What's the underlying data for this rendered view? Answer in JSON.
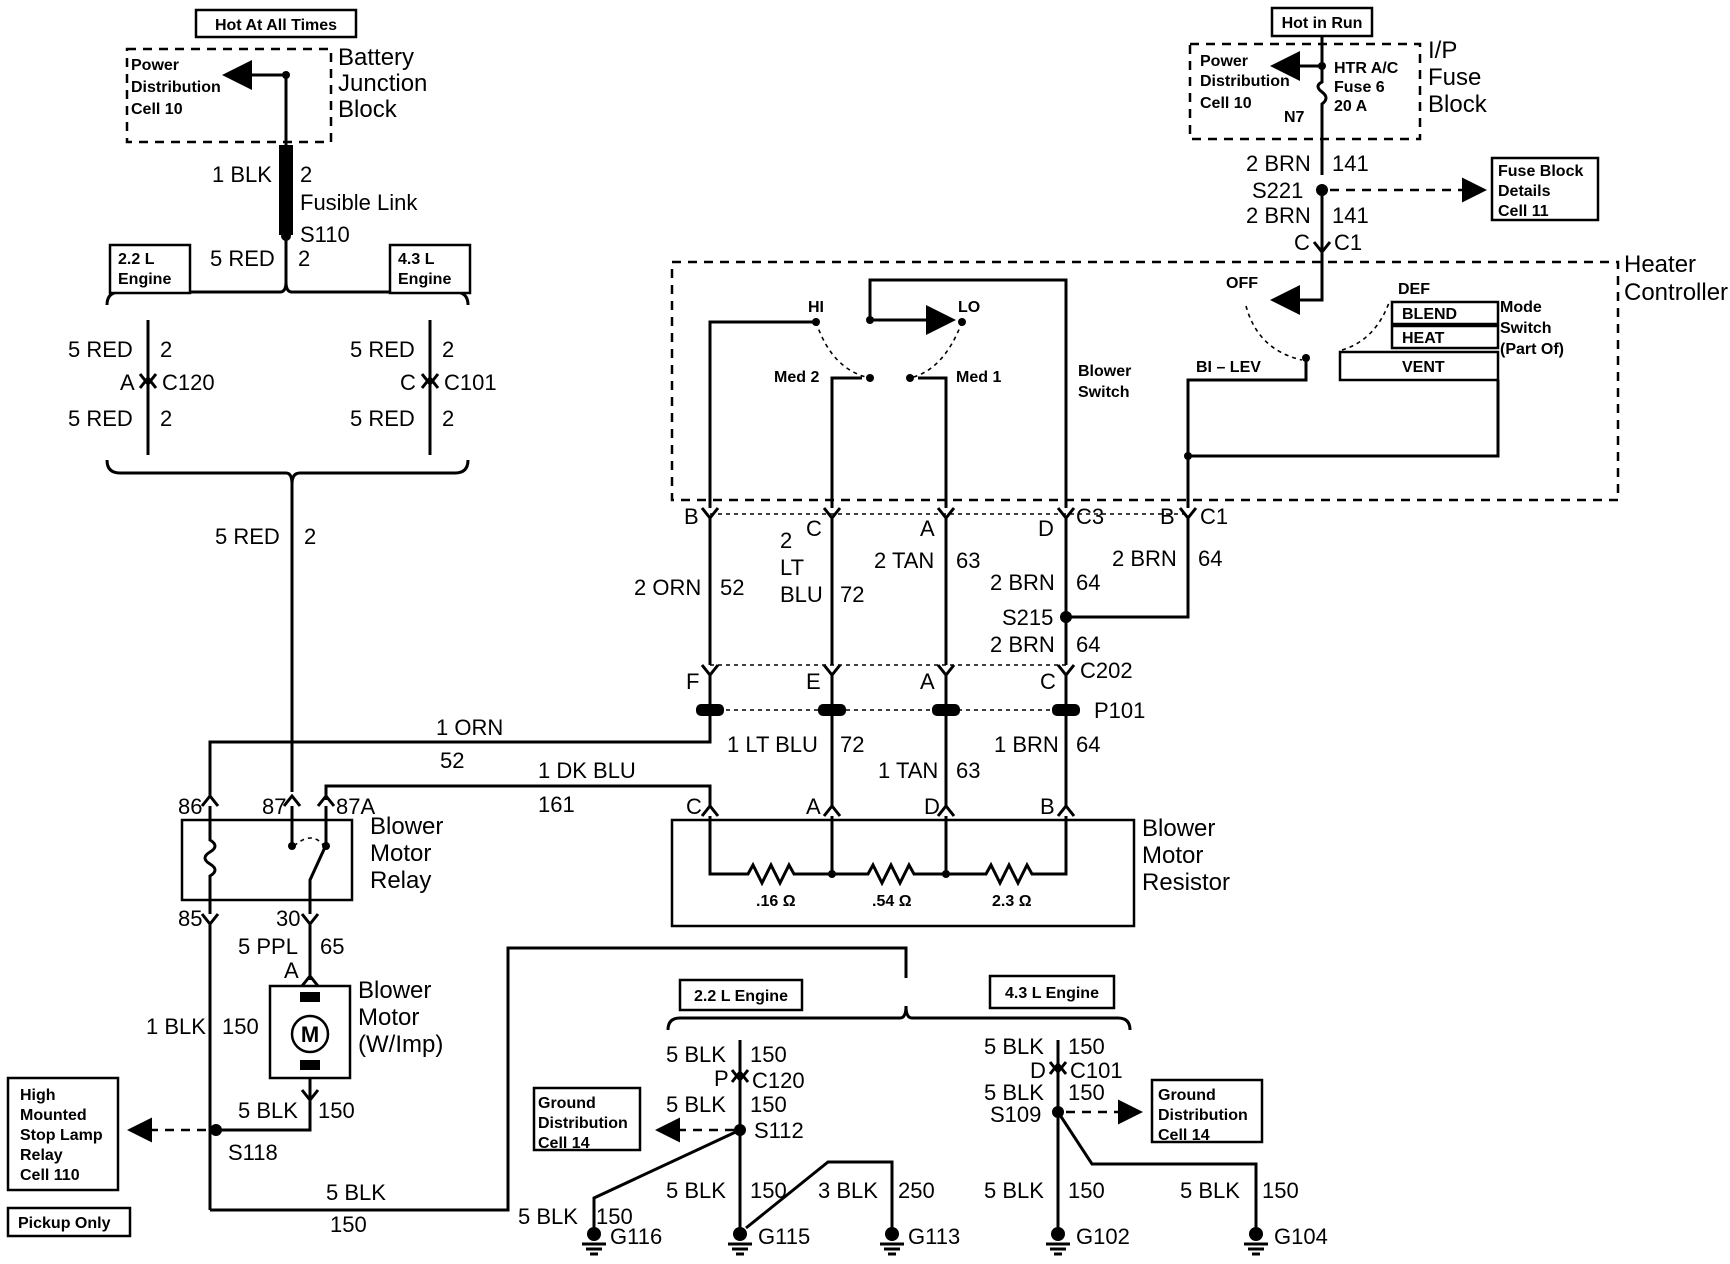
{
  "battery": {
    "hot": "Hot At All Times",
    "pd1": "Power",
    "pd2": "Distribution",
    "pd3": "Cell 10",
    "bj1": "Battery",
    "bj2": "Junction",
    "bj3": "Block",
    "blk": "1 BLK",
    "n2": "2",
    "fl": "Fusible Link",
    "s110": "S110",
    "red": "5 RED",
    "n2b": "2"
  },
  "eng22": {
    "l1": "2.2 L",
    "l2": "Engine",
    "red1": "5 RED",
    "c1": "2",
    "pin": "A",
    "conn": "C120",
    "red2": "5 RED",
    "c2": "2"
  },
  "eng43": {
    "l1": "4.3 L",
    "l2": "Engine",
    "red1": "5 RED",
    "c1": "2",
    "pin": "C",
    "conn": "C101",
    "red2": "5 RED",
    "c2": "2"
  },
  "feed": {
    "red": "5 RED",
    "num": "2"
  },
  "fuse": {
    "hot": "Hot in Run",
    "pd1": "Power",
    "pd2": "Distribution",
    "pd3": "Cell 10",
    "f1": "HTR A/C",
    "f2": "Fuse 6",
    "f3": "20 A",
    "n7": "N7",
    "ip1": "I/P",
    "ip2": "Fuse",
    "ip3": "Block",
    "brn1": "2 BRN",
    "n141a": "141",
    "s221": "S221",
    "fb1": "Fuse Block",
    "fb2": "Details",
    "fb3": "Cell 11",
    "brn2": "2 BRN",
    "n141b": "141",
    "cpin": "C",
    "c1": "C1"
  },
  "heater": {
    "t1": "Heater",
    "t2": "Controller",
    "hi": "HI",
    "lo": "LO",
    "med2": "Med 2",
    "med1": "Med 1",
    "bs1": "Blower",
    "bs2": "Switch",
    "off": "OFF",
    "def": "DEF",
    "blend": "BLEND",
    "heat": "HEAT",
    "vent": "VENT",
    "bilev": "BI – LEV",
    "ms1": "Mode",
    "ms2": "Switch",
    "ms3": "(Part Of)"
  },
  "c3": {
    "b": "B",
    "c": "C",
    "a": "A",
    "d": "D",
    "conn": "C3",
    "c1b": "B",
    "c1": "C1"
  },
  "wires": {
    "orn": "2 ORN",
    "orn_n": "52",
    "lt1": "2",
    "lt2": "LT",
    "lt3": "BLU",
    "lt_n": "72",
    "tan": "2 TAN",
    "tan_n": "63",
    "brn": "2 BRN",
    "brn_n": "64",
    "brnr": "2 BRN",
    "brnr_n": "64",
    "s215": "S215",
    "brn2": "2 BRN",
    "brn2_n": "64"
  },
  "c202": {
    "f": "F",
    "e": "E",
    "a": "A",
    "c": "C",
    "conn": "C202",
    "p101": "P101"
  },
  "lower": {
    "orn": "1 ORN",
    "orn_n": "52",
    "ltblu": "1 LT BLU",
    "ltblu_n": "72",
    "dkblu": "1 DK BLU",
    "dkblu_n": "161",
    "tan": "1 TAN",
    "tan_n": "63",
    "brn": "1 BRN",
    "brn_n": "64"
  },
  "relay": {
    "p86": "86",
    "p87": "87",
    "p87a": "87A",
    "l1": "Blower",
    "l2": "Motor",
    "l3": "Relay",
    "p85": "85",
    "p30": "30",
    "ppl": "5 PPL",
    "ppl_n": "65",
    "a": "A"
  },
  "resistor": {
    "c": "C",
    "a": "A",
    "d": "D",
    "b": "B",
    "l1": "Blower",
    "l2": "Motor",
    "l3": "Resistor",
    "r1": ".16 Ω",
    "r2": ".54 Ω",
    "r3": "2.3 Ω"
  },
  "motor": {
    "m": "M",
    "l1": "Blower",
    "l2": "Motor",
    "l3": "(W/Imp)",
    "blk": "1 BLK",
    "blk_n": "150",
    "blk5": "5 BLK",
    "blk5_n": "150",
    "s118": "S118",
    "hm1": "High",
    "hm2": "Mounted",
    "hm3": "Stop Lamp",
    "hm4": "Relay",
    "hm5": "Cell 110",
    "pickup": "Pickup Only",
    "bot": "5 BLK",
    "bot_n": "150"
  },
  "ground": {
    "e22": "2.2 L Engine",
    "e43": "4.3 L Engine",
    "blk1": "5 BLK",
    "n1": "150",
    "p": "P",
    "c120": "C120",
    "blk2": "5 BLK",
    "n2": "150",
    "s112": "S112",
    "gd1": "Ground",
    "gd2": "Distribution",
    "gd3": "Cell 14",
    "blk3": "5 BLK",
    "n3": "150",
    "g116": "G116",
    "blk4": "5 BLK",
    "n4": "150",
    "g115": "G115",
    "blk5": "3 BLK",
    "n5": "250",
    "g113": "G113",
    "rblk1": "5 BLK",
    "rn1": "150",
    "d": "D",
    "c101": "C101",
    "rblk2": "5 BLK",
    "rn2": "150",
    "s109": "S109",
    "rgd1": "Ground",
    "rgd2": "Distribution",
    "rgd3": "Cell 14",
    "rblk3": "5 BLK",
    "rn3": "150",
    "g102": "G102",
    "rblk4": "5 BLK",
    "rn4": "150",
    "g104": "G104"
  }
}
